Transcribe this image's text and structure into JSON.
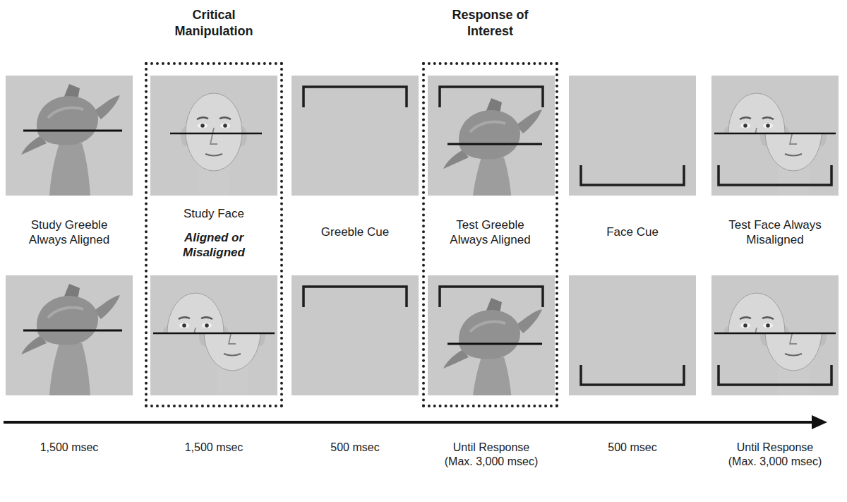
{
  "diagram": {
    "nodes": [
      {
        "text": [
          "Critical Manipulation",
          "Study Face",
          "Aligned or Misaligned"
        ]
      },
      {
        "text": [
          "Response of Interest",
          "Test Greeble Always Aligned"
        ]
      }
    ],
    "labels": [
      "Study Greeble Always Aligned",
      "Greeble Cue",
      "Face Cue",
      "Test Face Always Misaligned",
      "1,500 msec",
      "1,500 msec",
      "500 msec",
      "Until Response (Max. 3,000 msec)",
      "500 msec",
      "Until Response (Max. 3,000 msec)"
    ]
  }
}
